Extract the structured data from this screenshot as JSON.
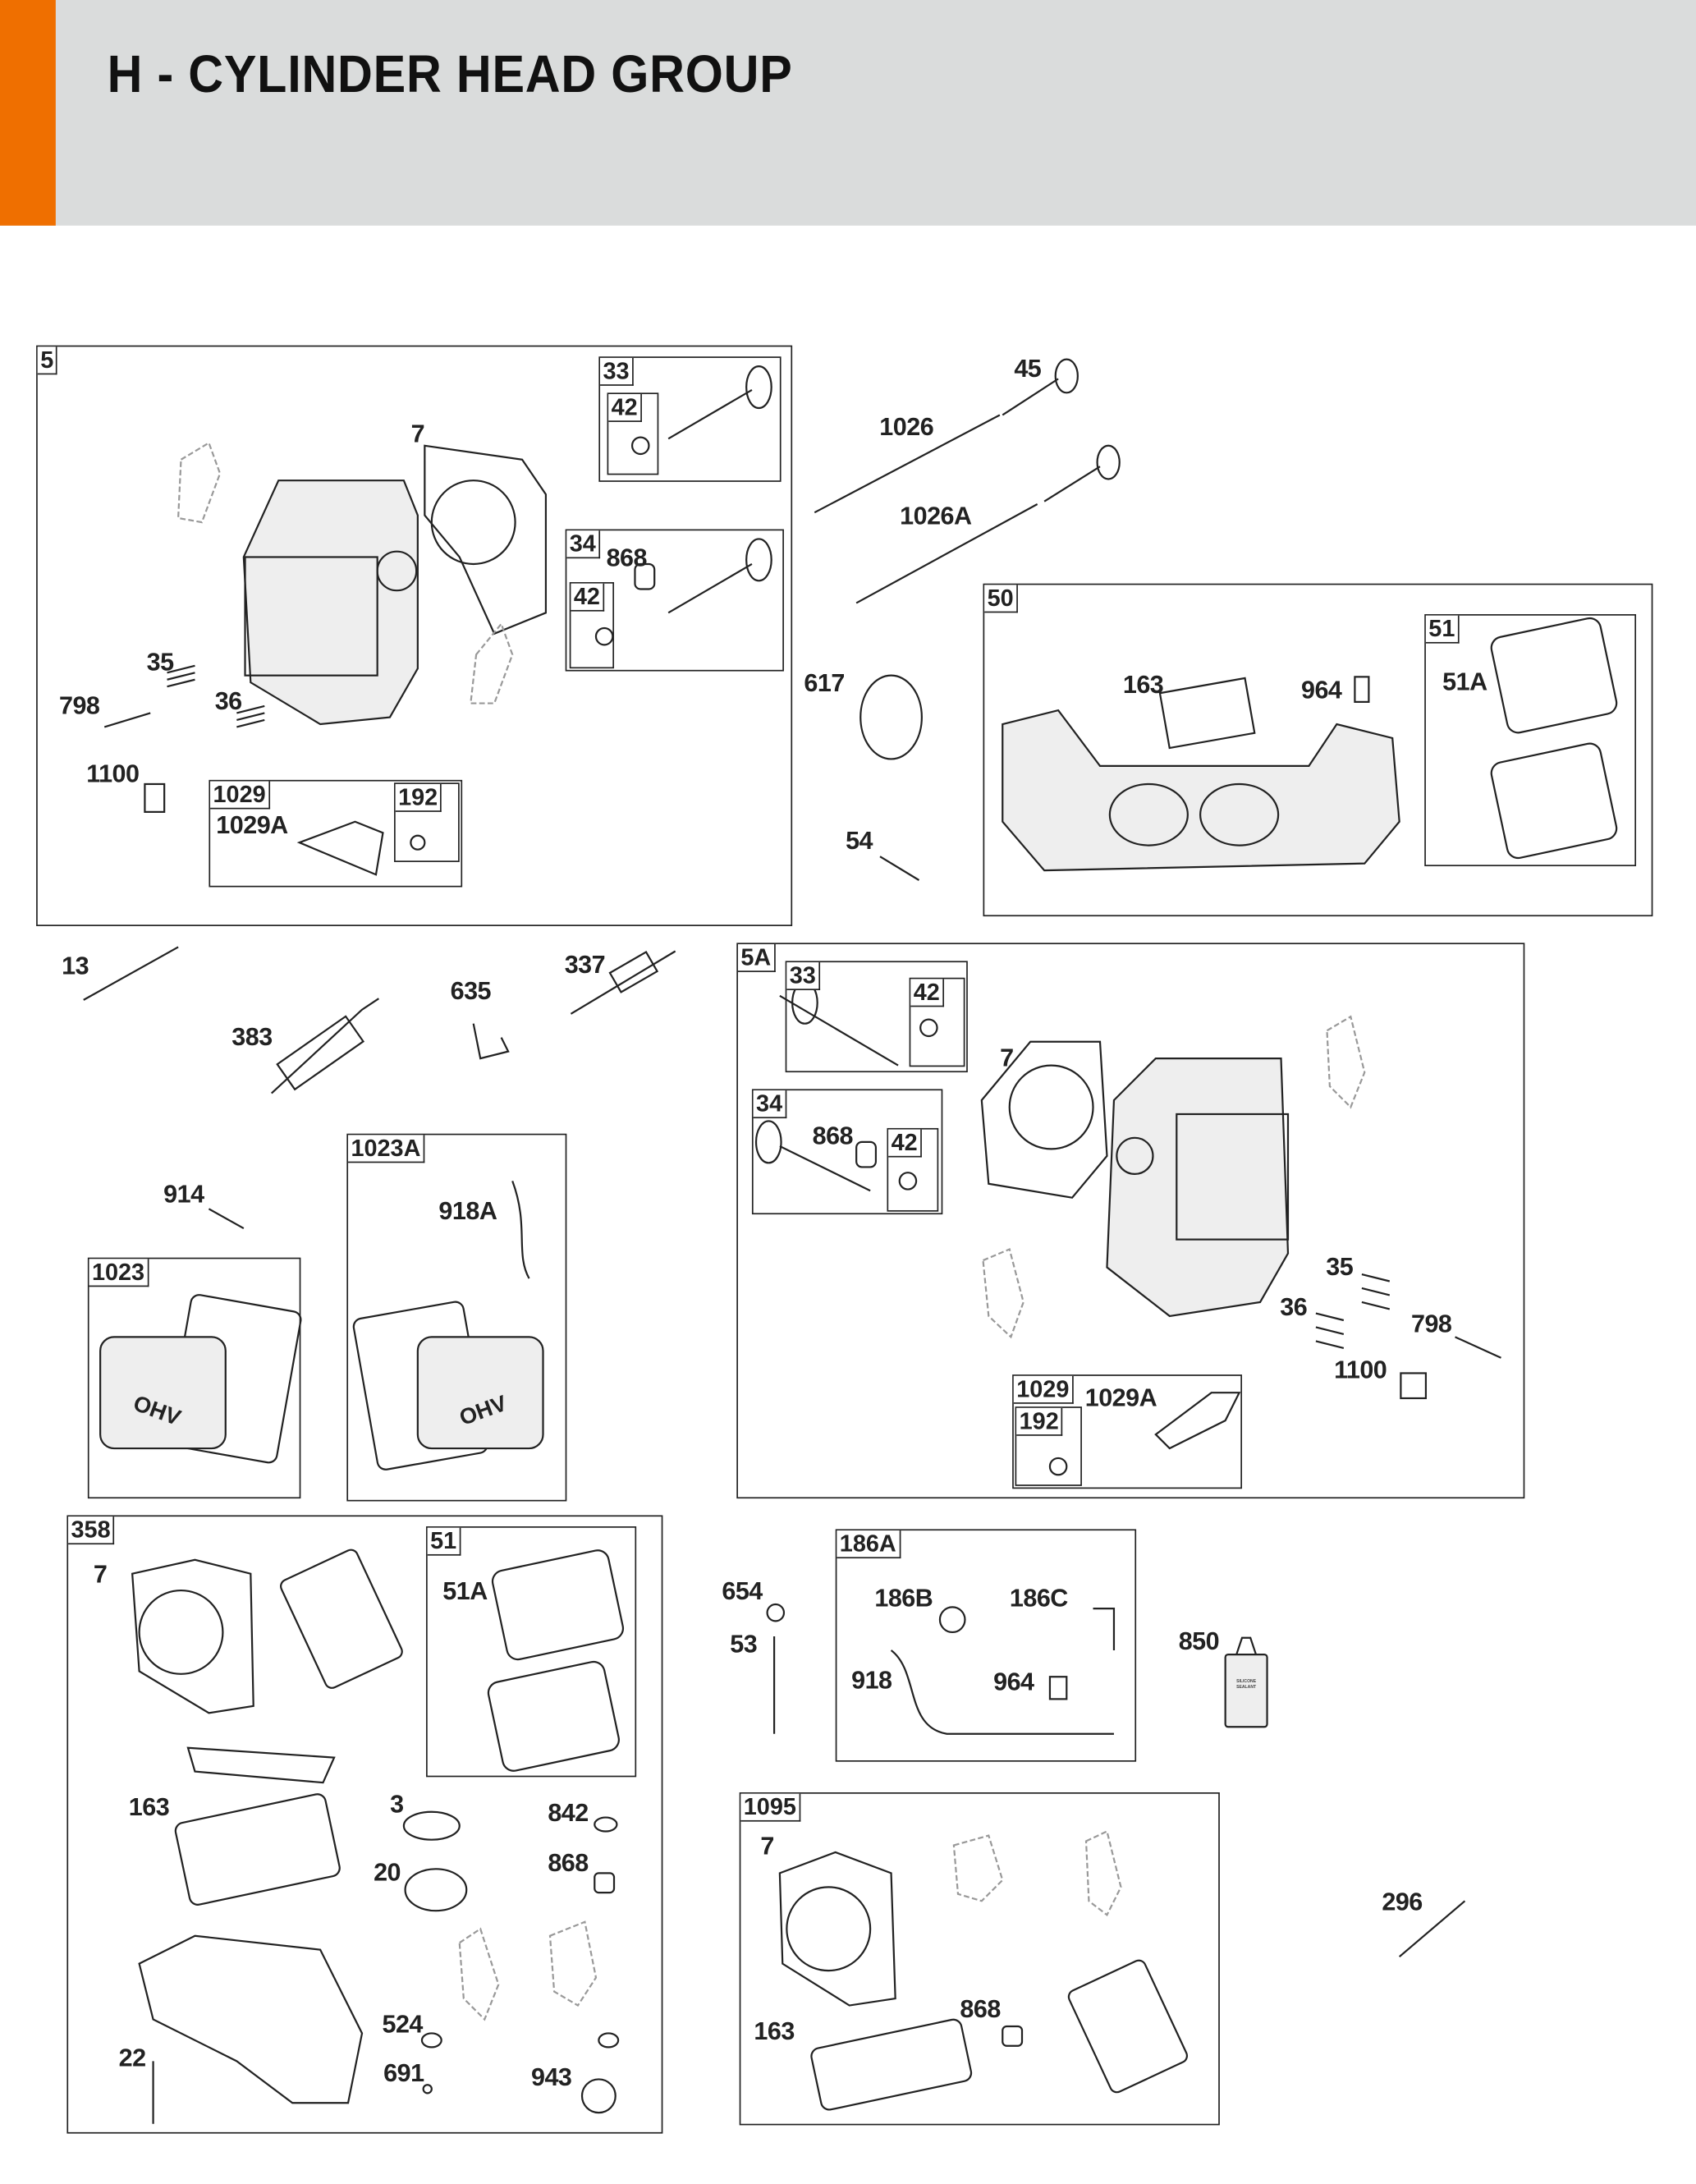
{
  "title": "H - CYLINDER HEAD GROUP",
  "colors": {
    "accent": "#ef6f00",
    "header_bg": "#dadcdc"
  },
  "kits": [
    "5",
    "33",
    "42",
    "34",
    "42",
    "1029",
    "192",
    "50",
    "51",
    "5A",
    "33",
    "42",
    "34",
    "42",
    "1029",
    "192",
    "1023",
    "1023A",
    "358",
    "51",
    "186A",
    "1095"
  ],
  "callouts": [
    "7",
    "35",
    "798",
    "36",
    "1100",
    "868",
    "1029A",
    "45",
    "1026",
    "1026A",
    "617",
    "54",
    "163",
    "964",
    "51A",
    "13",
    "383",
    "635",
    "337",
    "914",
    "918A",
    "7",
    "868",
    "35",
    "36",
    "798",
    "1100",
    "1029A",
    "7",
    "51A",
    "163",
    "3",
    "842",
    "868",
    "20",
    "524",
    "22",
    "691",
    "943",
    "654",
    "53",
    "186B",
    "186C",
    "918",
    "964",
    "850",
    "296",
    "7",
    "868",
    "163"
  ],
  "sealant_label": "SILICONE SEALANT",
  "valve_cover_logo": "OHV"
}
